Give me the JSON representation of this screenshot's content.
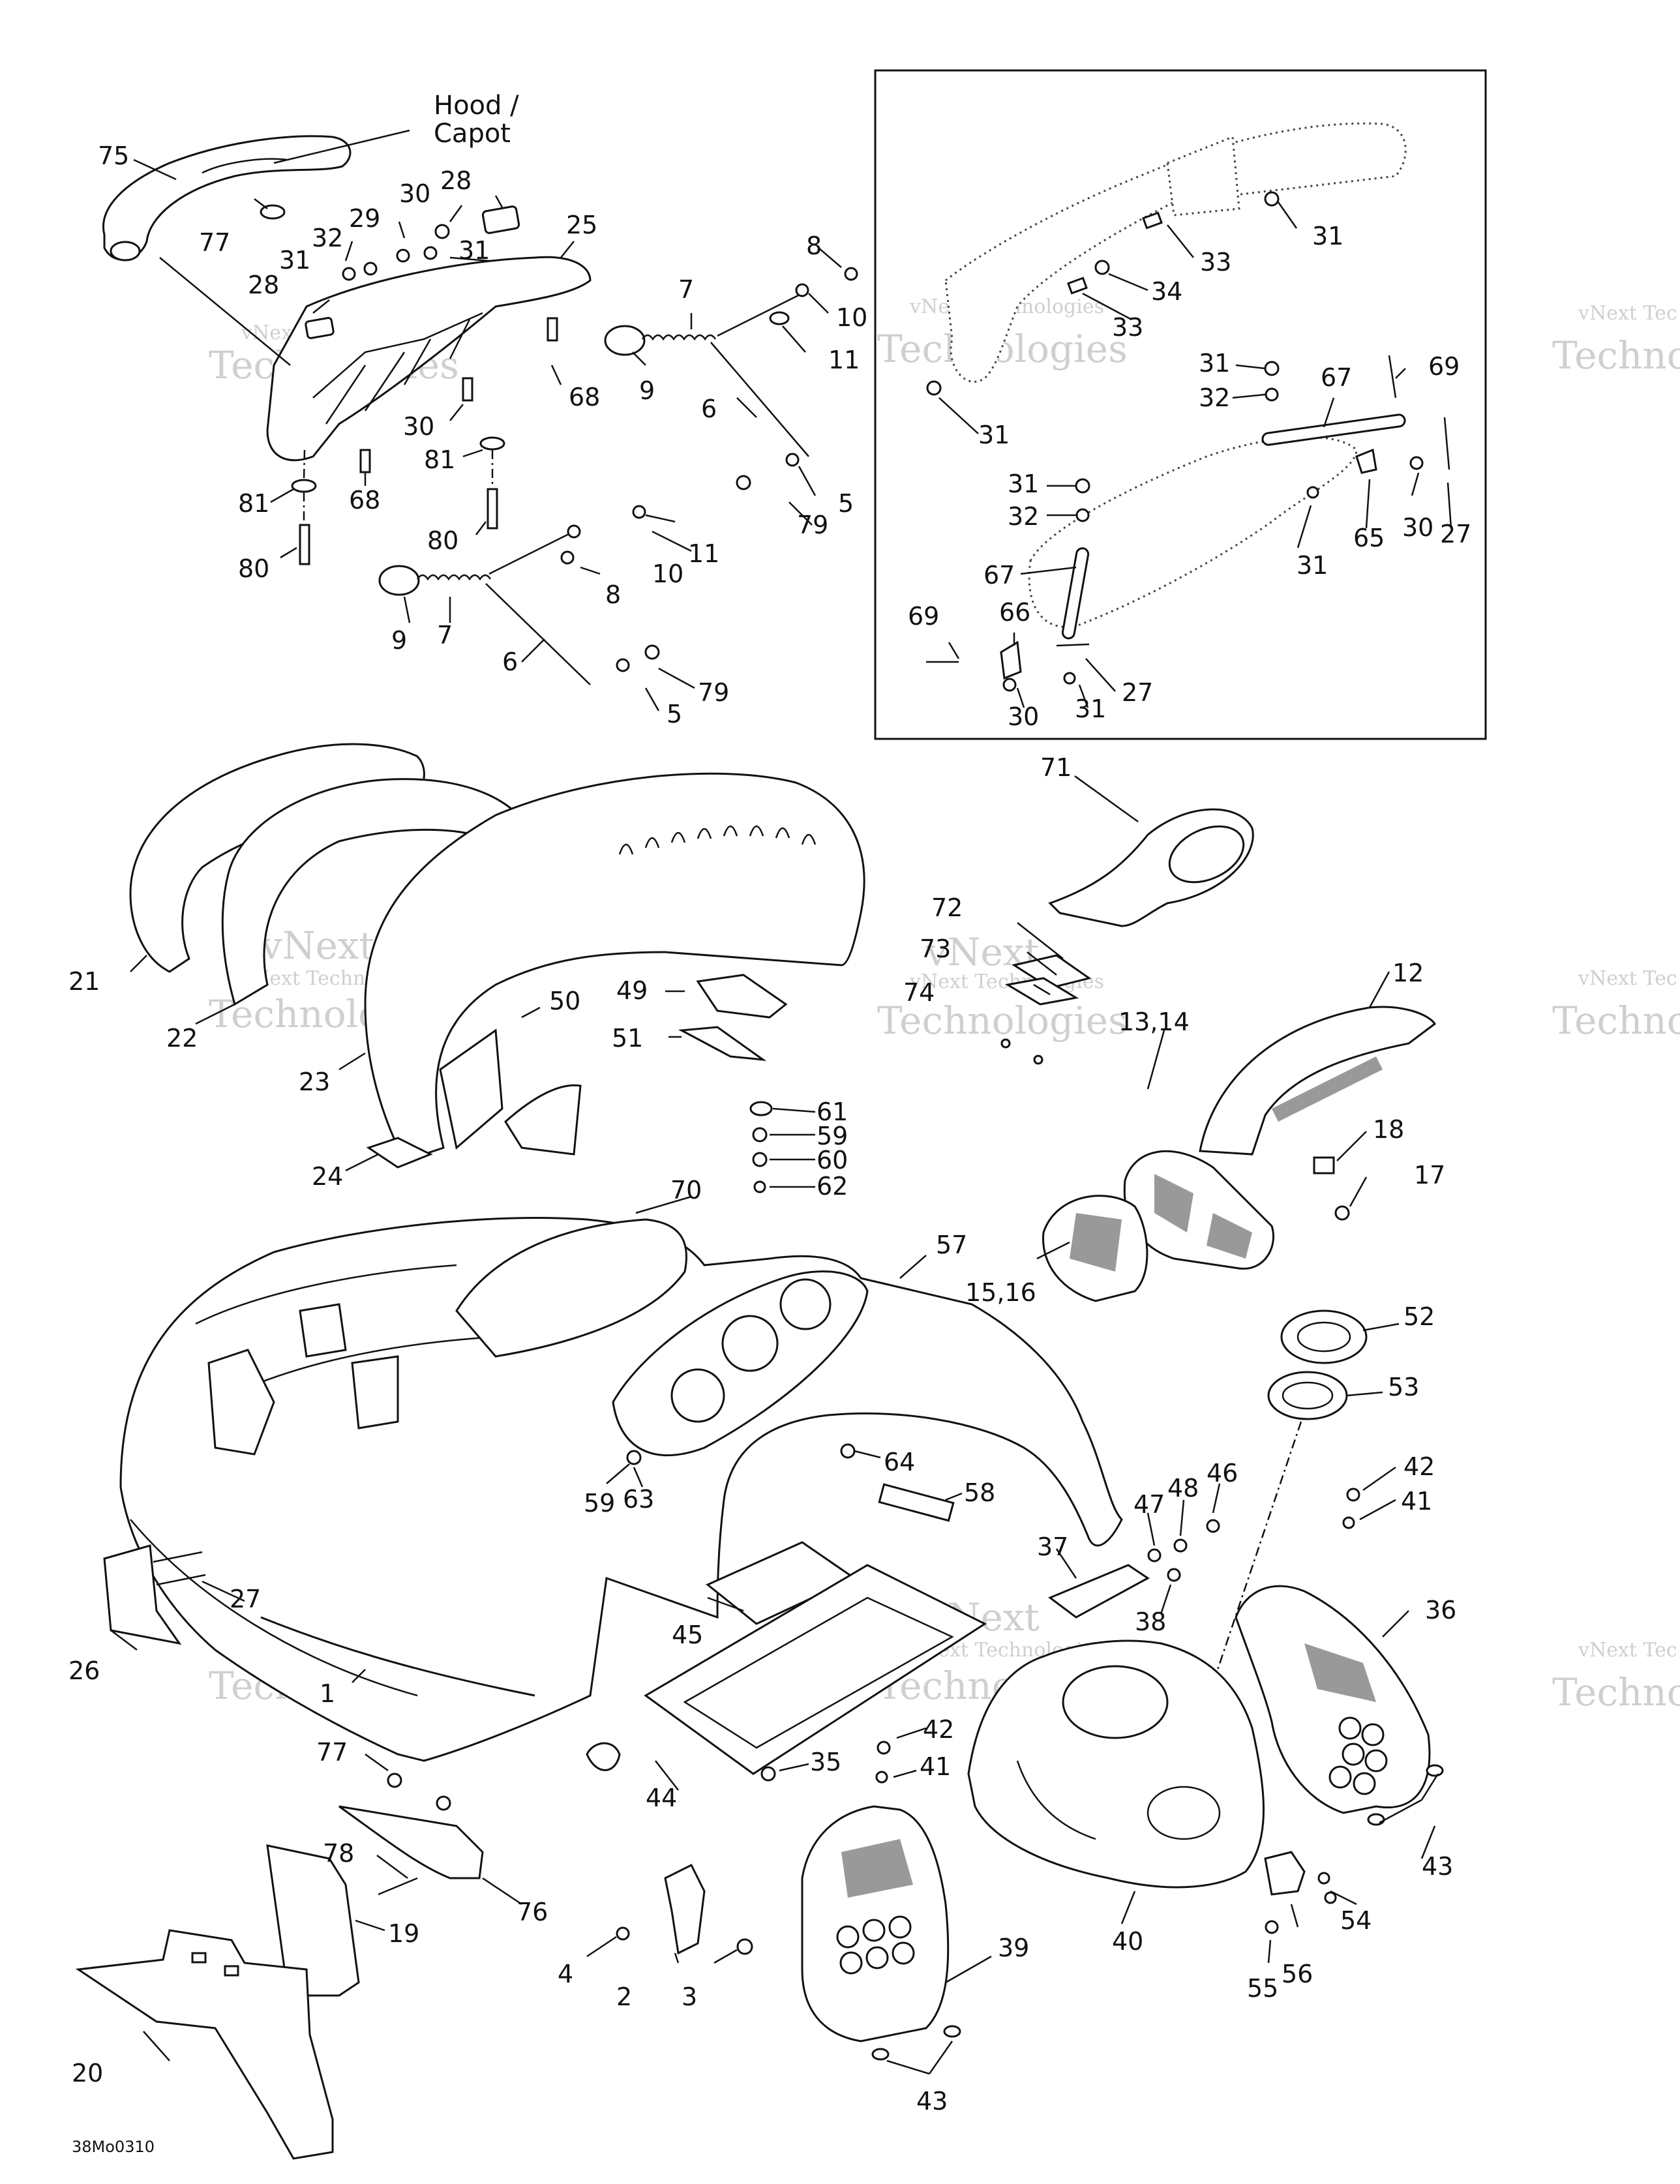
{
  "diagram": {
    "hood_label_line1": "Hood /",
    "hood_label_line2": "Capot",
    "drawing_code": "38Mo0310",
    "watermark_small": "vNext Technologies",
    "watermark_big": "Technologies",
    "watermark_short": "vNext",
    "watermark_partial_small": "vNext Tec",
    "watermark_partial_big": "Techno",
    "labels": {
      "l75": "75",
      "l77a": "77",
      "l32a": "32",
      "l29": "29",
      "l30a": "30",
      "l28a": "28",
      "l31a": "31",
      "l31b": "31",
      "l28b": "28",
      "l25": "25",
      "l68a": "68",
      "l30b": "30",
      "l68b": "68",
      "l81a": "81",
      "l81b": "81",
      "l80a": "80",
      "l80b": "80",
      "l8a": "8",
      "l7a": "7",
      "l10a": "10",
      "l11a": "11",
      "l9a": "9",
      "l6a": "6",
      "l5a": "5",
      "l79a": "79",
      "l11b": "11",
      "l10b": "10",
      "l8b": "8",
      "l9b": "9",
      "l7b": "7",
      "l6b": "6",
      "l79b": "79",
      "l5b": "5",
      "l31c": "31",
      "l33a": "33",
      "l34": "34",
      "l33b": "33",
      "l31d": "31",
      "l32b": "32",
      "l69a": "69",
      "l67a": "67",
      "l31e": "31",
      "l31f": "31",
      "l32c": "32",
      "l30c": "30",
      "l27a": "27",
      "l65": "65",
      "l31g": "31",
      "l67b": "67",
      "l69b": "69",
      "l66": "66",
      "l27b": "27",
      "l30d": "30",
      "l31h": "31",
      "l71": "71",
      "l72": "72",
      "l73": "73",
      "l74": "74",
      "l12": "12",
      "l13_14": "13,14",
      "l18": "18",
      "l17": "17",
      "l15_16": "15,16",
      "l21": "21",
      "l22": "22",
      "l23": "23",
      "l24": "24",
      "l50": "50",
      "l49": "49",
      "l51": "51",
      "l61": "61",
      "l59a": "59",
      "l60": "60",
      "l62": "62",
      "l70": "70",
      "l57": "57",
      "l52": "52",
      "l53": "53",
      "l64": "64",
      "l59b": "59",
      "l63": "63",
      "l58": "58",
      "l42a": "42",
      "l41a": "41",
      "l46": "46",
      "l48": "48",
      "l47": "47",
      "l37": "37",
      "l38": "38",
      "l36": "36",
      "l27c": "27",
      "l26": "26",
      "l1": "1",
      "l45": "45",
      "l44": "44",
      "l35": "35",
      "l42b": "42",
      "l41b": "41",
      "l40": "40",
      "l43a": "43",
      "l54": "54",
      "l56": "56",
      "l55": "55",
      "l77b": "77",
      "l78": "78",
      "l76": "76",
      "l19": "19",
      "l4": "4",
      "l2": "2",
      "l3": "3",
      "l39": "39",
      "l20": "20",
      "l43b": "43"
    }
  }
}
